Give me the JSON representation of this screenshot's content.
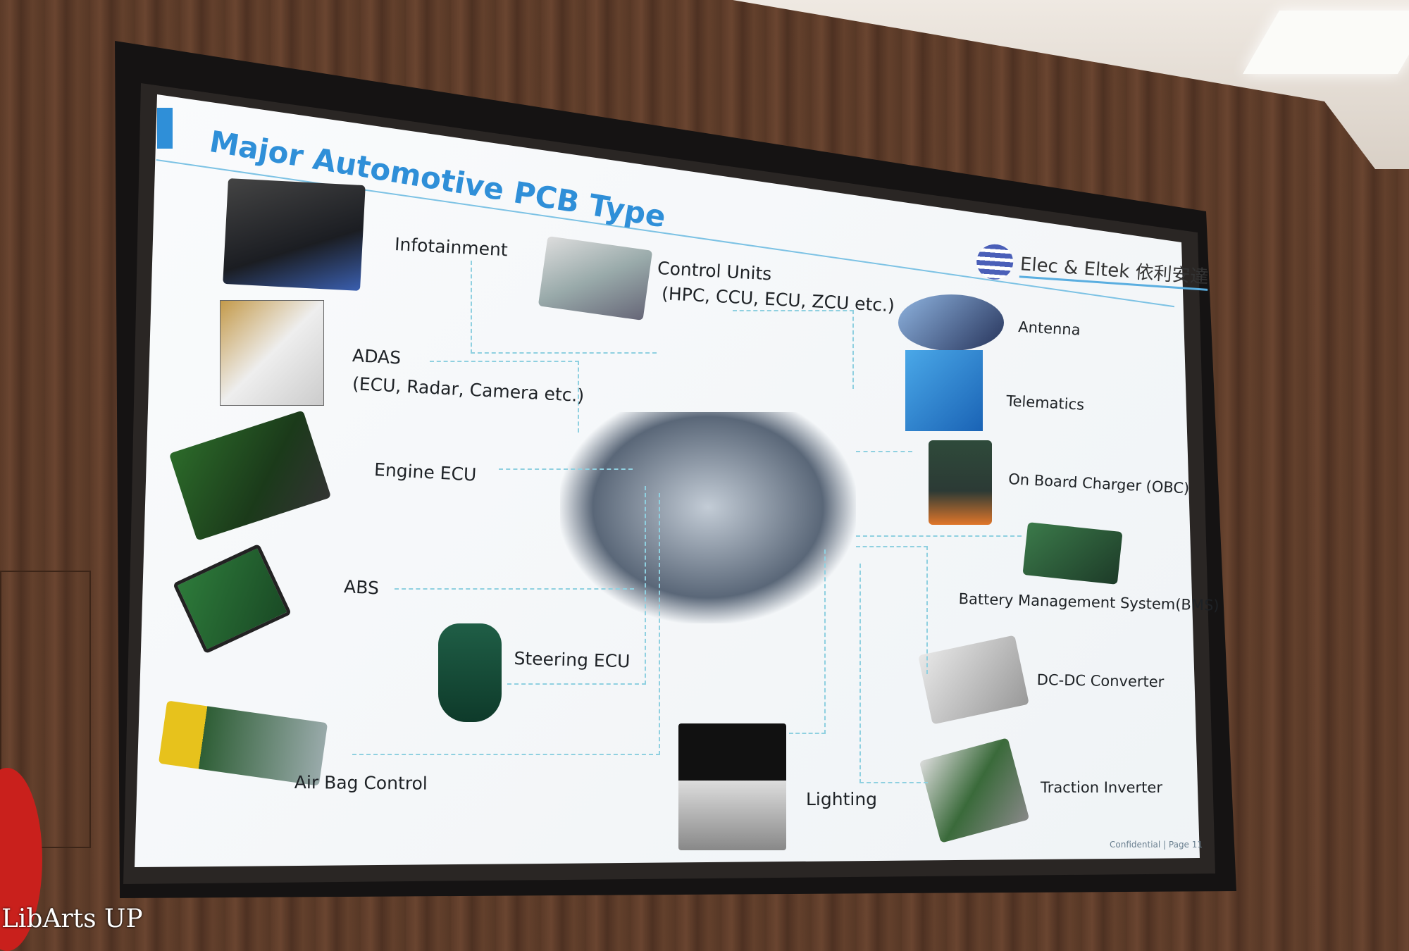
{
  "slide": {
    "title": "Major Automotive PCB Type",
    "logo": {
      "brand": "Elec & Eltek 依利安達"
    },
    "footer": "Confidential | Page 11",
    "labels": {
      "infotainment": "Infotainment",
      "control_units": "Control Units",
      "control_units_sub": "(HPC, CCU, ECU, ZCU etc.)",
      "adas": "ADAS",
      "adas_sub": "(ECU, Radar, Camera etc.)",
      "engine_ecu": "Engine ECU",
      "abs": "ABS",
      "steering_ecu": "Steering ECU",
      "air_bag": "Air Bag Control",
      "lighting": "Lighting",
      "antenna": "Antenna",
      "telematics": "Telematics",
      "obc": "On Board Charger (OBC)",
      "bms": "Battery Management System(BMS)",
      "dcdc": "DC-DC Converter",
      "traction": "Traction Inverter"
    },
    "colors": {
      "accent": "#2f8fd8",
      "line": "#8fd0e0"
    }
  },
  "watermark": "LibArts UP"
}
